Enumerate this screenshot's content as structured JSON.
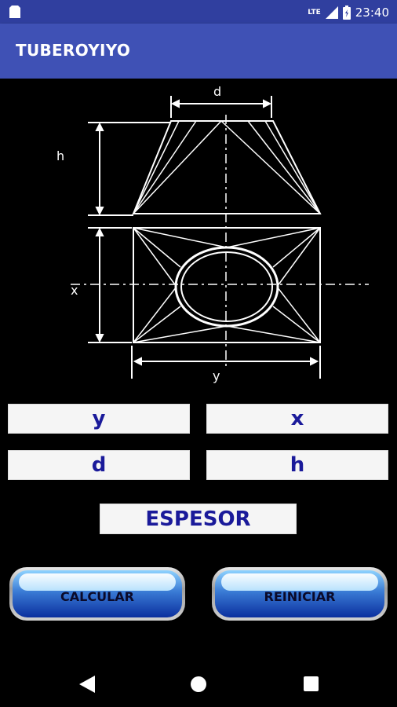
{
  "statusbar": {
    "time": "23:40",
    "network": "LTE"
  },
  "appbar": {
    "title": "TUBEROYIYO"
  },
  "diagram": {
    "label_d": "d",
    "label_h": "h",
    "label_x": "x",
    "label_y": "y"
  },
  "fields": {
    "y": "y",
    "x": "x",
    "d": "d",
    "h": "h",
    "espesor": "ESPESOR"
  },
  "buttons": {
    "calcular": "CALCULAR",
    "reiniciar": "REINICIAR"
  },
  "colors": {
    "appbar": "#3F51B5",
    "statusbar": "#303F9F",
    "field_text": "#1a1a9a"
  }
}
